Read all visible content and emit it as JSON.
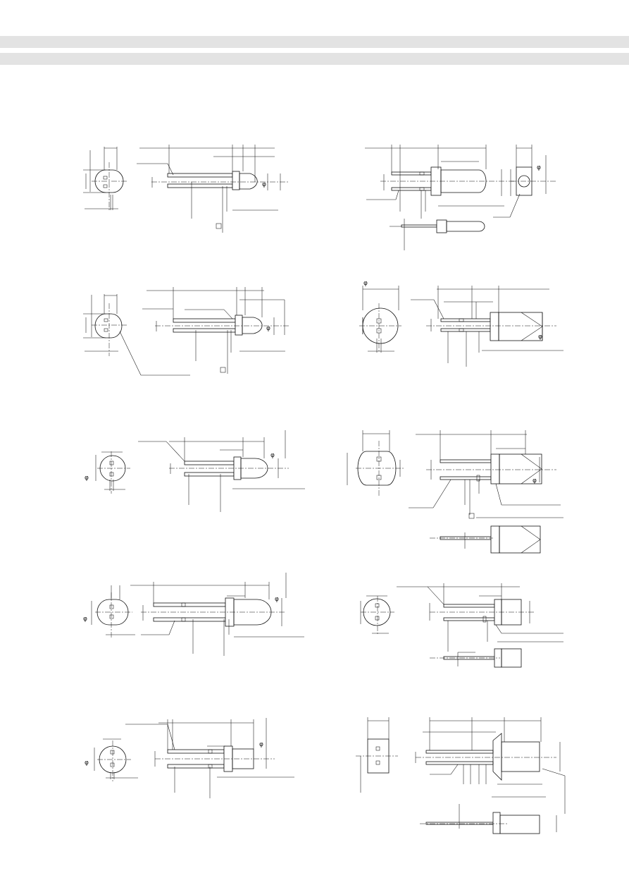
{
  "page": {
    "header_bands": [
      {
        "label": ""
      },
      {
        "label": ""
      }
    ]
  },
  "drawings": [
    {
      "id": "drawing-1",
      "glyphs": [
        "φ",
        "□"
      ]
    },
    {
      "id": "drawing-2",
      "glyphs": [
        "φ"
      ]
    },
    {
      "id": "drawing-3",
      "glyphs": [
        "φ",
        "□"
      ]
    },
    {
      "id": "drawing-4",
      "glyphs": [
        "φ",
        "φ"
      ]
    },
    {
      "id": "drawing-5",
      "glyphs": [
        "φ",
        "φ"
      ]
    },
    {
      "id": "drawing-6",
      "glyphs": [
        "φ",
        "□"
      ]
    },
    {
      "id": "drawing-7",
      "glyphs": [
        "φ",
        "φ"
      ]
    },
    {
      "id": "drawing-8",
      "glyphs": []
    },
    {
      "id": "drawing-9",
      "glyphs": [
        "φ",
        "φ"
      ]
    },
    {
      "id": "drawing-10",
      "glyphs": []
    }
  ],
  "colors": {
    "band": "#e3e3e3",
    "line": "#111111",
    "paper": "#ffffff"
  }
}
